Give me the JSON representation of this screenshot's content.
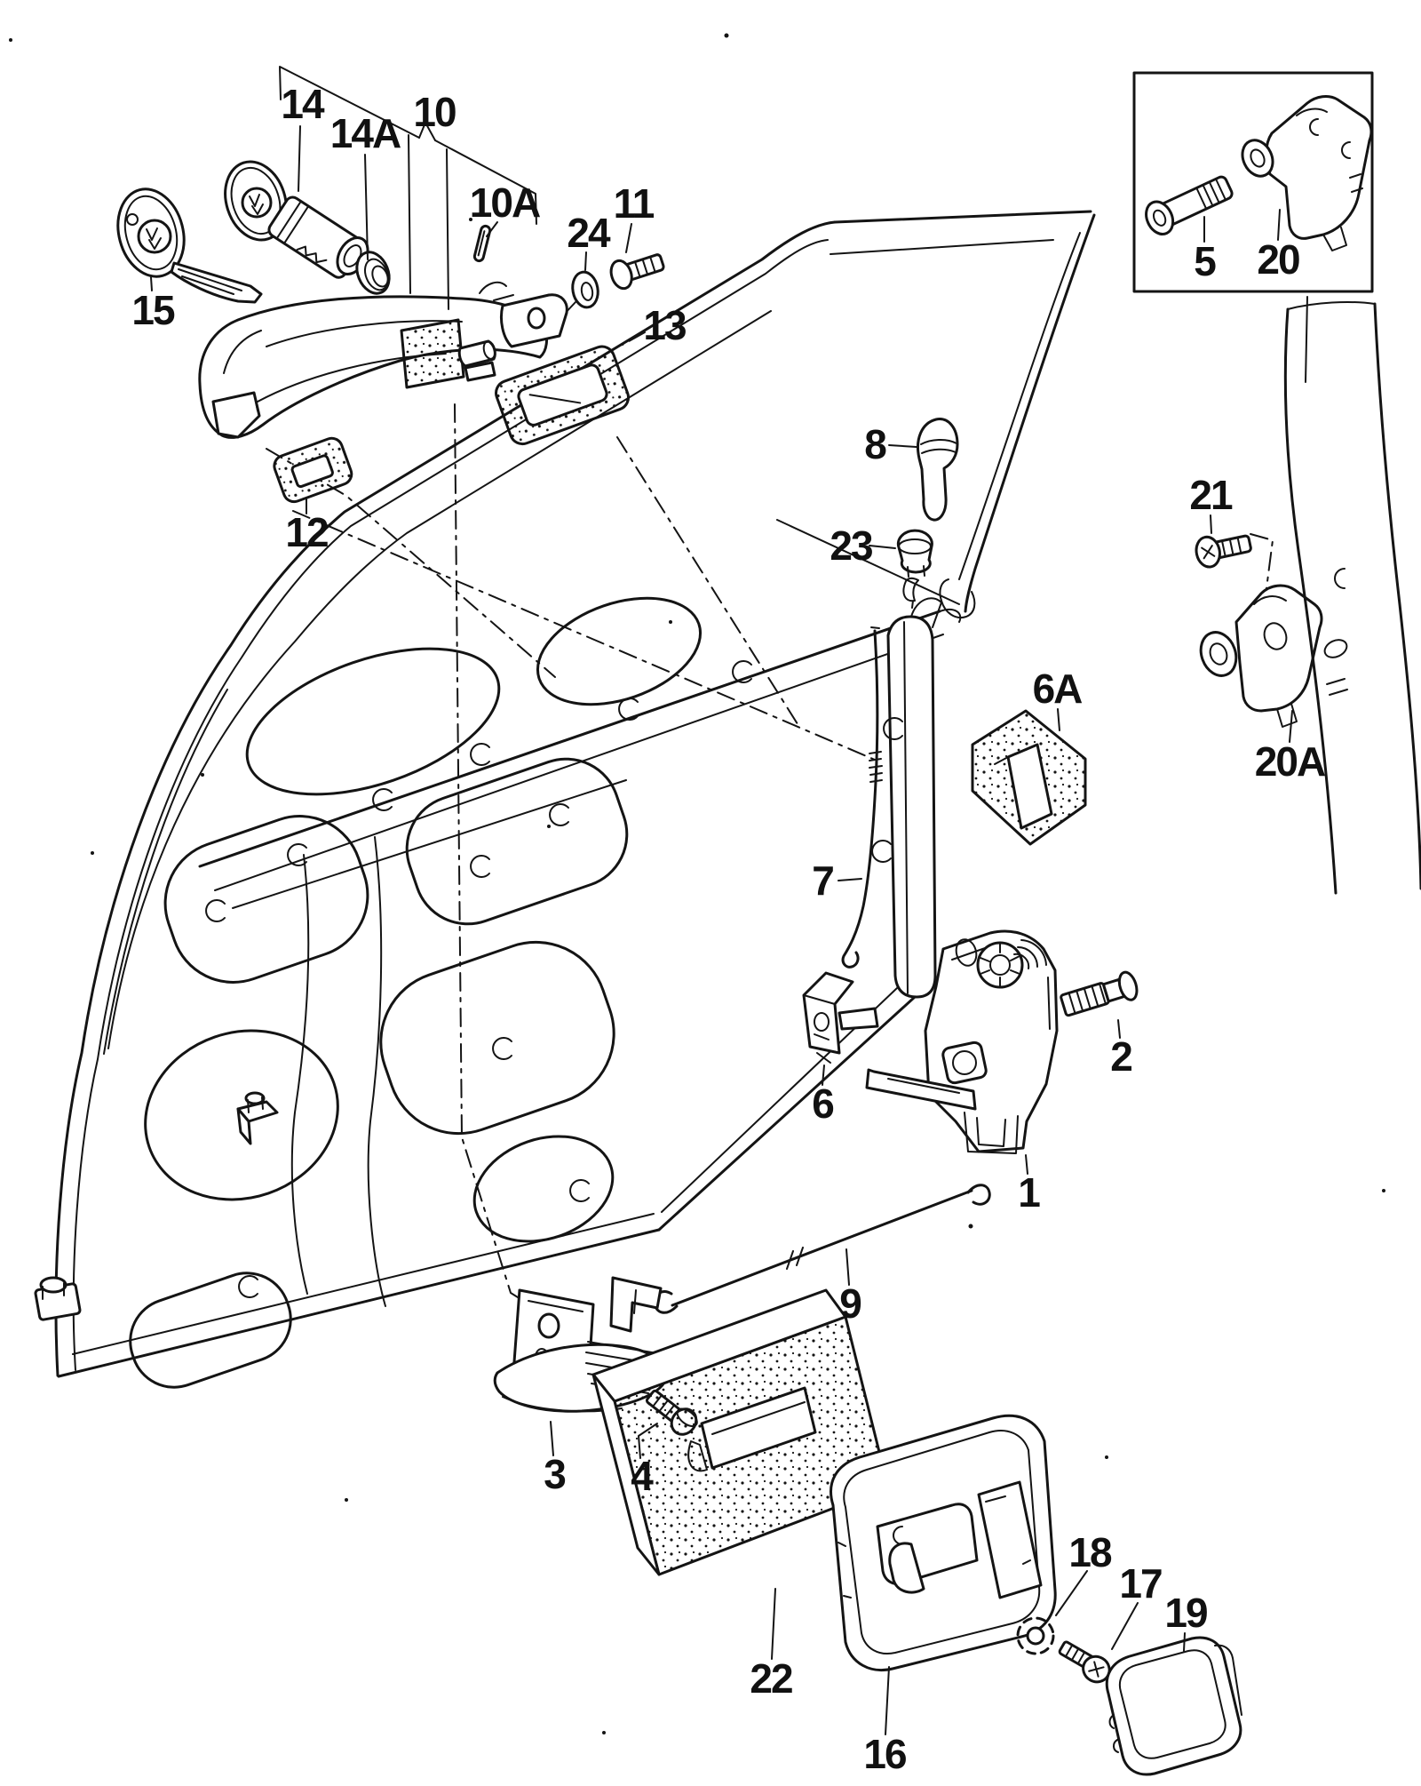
{
  "diagram": {
    "background_color": "#ffffff",
    "line_color": "#141414",
    "parts": [
      {
        "label": "1"
      },
      {
        "label": "2"
      },
      {
        "label": "3"
      },
      {
        "label": "4"
      },
      {
        "label": "5"
      },
      {
        "label": "6"
      },
      {
        "label": "6A"
      },
      {
        "label": "7"
      },
      {
        "label": "8"
      },
      {
        "label": "9"
      },
      {
        "label": "10"
      },
      {
        "label": "10A"
      },
      {
        "label": "11"
      },
      {
        "label": "12"
      },
      {
        "label": "13"
      },
      {
        "label": "14"
      },
      {
        "label": "14A"
      },
      {
        "label": "15"
      },
      {
        "label": "16"
      },
      {
        "label": "17"
      },
      {
        "label": "18"
      },
      {
        "label": "19"
      },
      {
        "label": "20"
      },
      {
        "label": "20A"
      },
      {
        "label": "21"
      },
      {
        "label": "22"
      },
      {
        "label": "23"
      },
      {
        "label": "24"
      }
    ]
  }
}
